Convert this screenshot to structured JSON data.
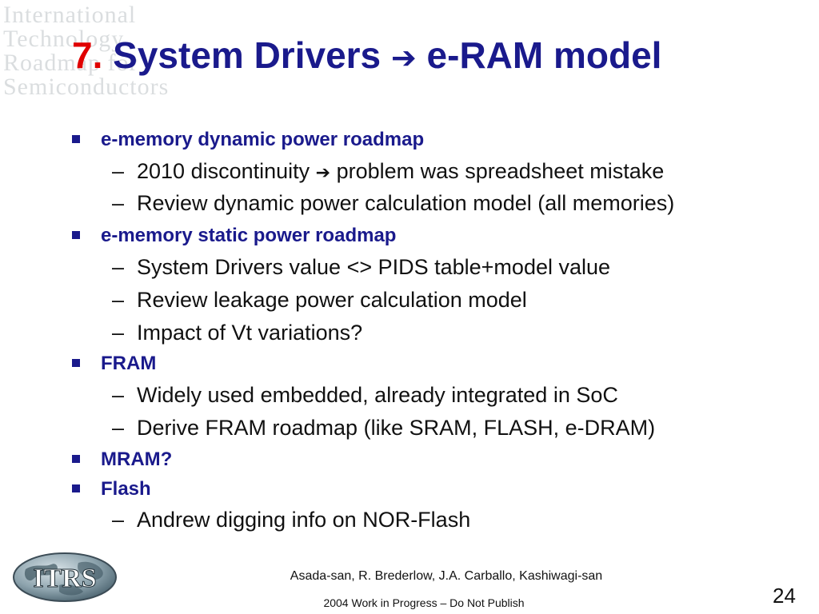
{
  "slide": {
    "title_number": "7.",
    "title_left": "System Drivers",
    "title_arrow": "➔",
    "title_right": "e-RAM model"
  },
  "bullets": [
    {
      "text": "e-memory dynamic power roadmap",
      "subs": [
        {
          "before": "2010 discontinuity",
          "arrow": "➔",
          "after": "problem was spreadsheet mistake"
        },
        {
          "text": "Review dynamic power calculation model (all memories)"
        }
      ]
    },
    {
      "text": "e-memory static power roadmap",
      "subs": [
        {
          "text": "System Drivers value <> PIDS table+model value"
        },
        {
          "text": "Review leakage power calculation model"
        },
        {
          "text": "Impact of Vt variations?"
        }
      ]
    },
    {
      "text": "FRAM",
      "subs": [
        {
          "text": "Widely used embedded, already integrated in SoC"
        },
        {
          "text": "Derive FRAM roadmap (like SRAM, FLASH, e-DRAM)"
        }
      ]
    },
    {
      "text": "MRAM?"
    },
    {
      "text": "Flash",
      "subs": [
        {
          "text": "Andrew digging info on NOR-Flash"
        }
      ]
    }
  ],
  "watermark": {
    "lines": [
      "International",
      "Technology",
      "Roadmap for",
      "Semiconductors"
    ]
  },
  "logo": {
    "text": "ITRS"
  },
  "footer": {
    "authors": "Asada-san, R. Brederlow, J.A. Carballo, Kashiwagi-san",
    "notice": "2004 Work in Progress – Do Not Publish",
    "page_number": "24"
  },
  "colors": {
    "title": "#1a1a8c",
    "number": "#e00000",
    "bullet": "#1a1a8c",
    "body": "#111111"
  },
  "dash": "–"
}
